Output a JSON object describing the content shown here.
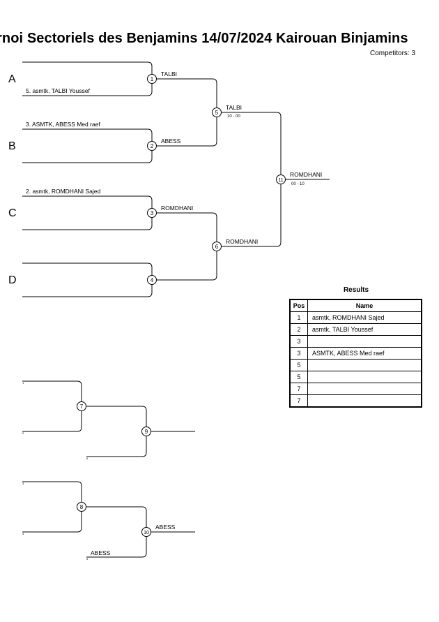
{
  "header": {
    "title": "rnoi Sectoriels des Benjamins  14/07/2024  Kairouan   Binjamins",
    "competitors": "Competitors: 3"
  },
  "pools": [
    "A",
    "B",
    "C",
    "D"
  ],
  "entries": {
    "a_bottom": "5. asmtk, TALBI Youssef",
    "b_top": "3. ASMTK, ABESS Med raef",
    "c_top": "2. asmtk, ROMDHANI Sajed"
  },
  "matches": {
    "m1": {
      "number": "1",
      "winner": "TALBI"
    },
    "m2": {
      "number": "2",
      "winner": "ABESS"
    },
    "m3": {
      "number": "3",
      "winner": "ROMDHANI"
    },
    "m4": {
      "number": "4",
      "winner": ""
    },
    "m5": {
      "number": "5",
      "winner": "TALBI",
      "score": "10 - 00"
    },
    "m6": {
      "number": "6",
      "winner": "ROMDHANI"
    },
    "m7": {
      "number": "7",
      "winner": ""
    },
    "m8": {
      "number": "8",
      "winner": ""
    },
    "m9": {
      "number": "9",
      "winner": ""
    },
    "m10": {
      "number": "10",
      "winner": "ABESS"
    },
    "m11": {
      "number": "11",
      "winner": "ROMDHANI",
      "score": "00 - 10"
    }
  },
  "repechage": {
    "slot_7_top": "1",
    "slot_7_bottom": "2",
    "slot_9_bottom": "6",
    "slot_8_top": "3",
    "slot_8_bottom": "4",
    "slot_10_bottom_num": "5",
    "slot_10_bottom_name": "ABESS"
  },
  "results": {
    "title": "Results",
    "headers": {
      "pos": "Pos",
      "name": "Name"
    },
    "rows": [
      {
        "pos": "1",
        "name": "asmtk, ROMDHANI Sajed"
      },
      {
        "pos": "2",
        "name": "asmtk, TALBI Youssef"
      },
      {
        "pos": "3",
        "name": ""
      },
      {
        "pos": "3",
        "name": "ASMTK, ABESS Med raef"
      },
      {
        "pos": "5",
        "name": ""
      },
      {
        "pos": "5",
        "name": ""
      },
      {
        "pos": "7",
        "name": ""
      },
      {
        "pos": "7",
        "name": ""
      }
    ]
  }
}
